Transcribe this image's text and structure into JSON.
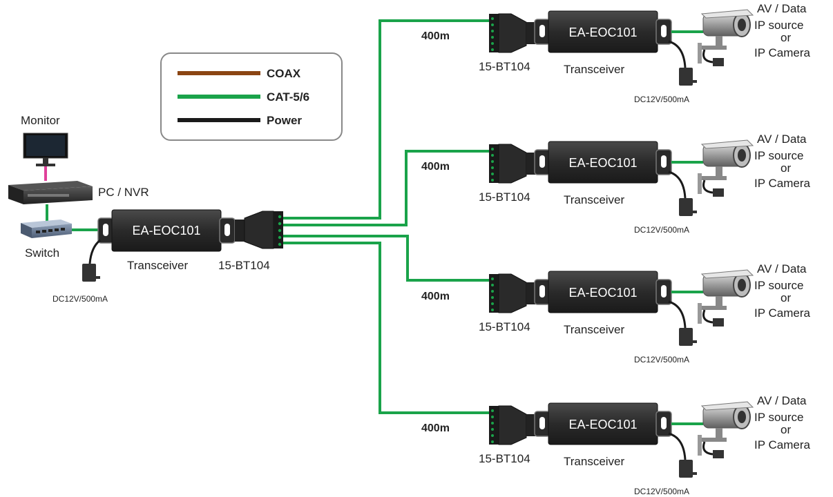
{
  "legend": {
    "items": [
      {
        "label": "COAX",
        "color": "#8B4513"
      },
      {
        "label": "CAT-5/6",
        "color": "#1aa34a"
      },
      {
        "label": "Power",
        "color": "#1a1a1a"
      }
    ]
  },
  "local": {
    "monitor_label": "Monitor",
    "pc_label": "PC / NVR",
    "switch_label": "Switch",
    "transceiver_model": "EA-EOC101",
    "transceiver_label": "Transceiver",
    "balun_label": "15-BT104",
    "power_label": "DC12V/500mA"
  },
  "colors": {
    "cat": "#1aa34a",
    "hdmi": "#e0409a",
    "power": "#1a1a1a",
    "box": "#2b2b2b",
    "box_text": "#ffffff"
  },
  "remote_units": [
    {
      "distance": "400m",
      "model": "EA-EOC101",
      "transceiver_label": "Transceiver",
      "balun_label": "15-BT104",
      "power_label": "DC12V/500mA",
      "source_line1": "AV / Data",
      "source_line2": "IP source",
      "source_line3": "or",
      "source_line4": "IP Camera"
    },
    {
      "distance": "400m",
      "model": "EA-EOC101",
      "transceiver_label": "Transceiver",
      "balun_label": "15-BT104",
      "power_label": "DC12V/500mA",
      "source_line1": "AV / Data",
      "source_line2": "IP source",
      "source_line3": "or",
      "source_line4": "IP Camera"
    },
    {
      "distance": "400m",
      "model": "EA-EOC101",
      "transceiver_label": "Transceiver",
      "balun_label": "15-BT104",
      "power_label": "DC12V/500mA",
      "source_line1": "AV / Data",
      "source_line2": "IP source",
      "source_line3": "or",
      "source_line4": "IP Camera"
    },
    {
      "distance": "400m",
      "model": "EA-EOC101",
      "transceiver_label": "Transceiver",
      "balun_label": "15-BT104",
      "power_label": "DC12V/500mA",
      "source_line1": "AV / Data",
      "source_line2": "IP source",
      "source_line3": "or",
      "source_line4": "IP Camera"
    }
  ]
}
